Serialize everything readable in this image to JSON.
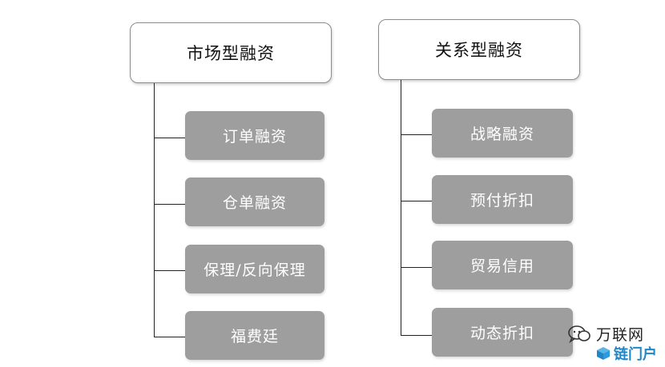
{
  "left_group": {
    "title": "市场型融资",
    "items": [
      "订单融资",
      "仓单融资",
      "保理/反向保理",
      "福费廷"
    ]
  },
  "right_group": {
    "title": "关系型融资",
    "items": [
      "战略融资",
      "预付折扣",
      "贸易信用",
      "动态折扣"
    ]
  },
  "watermark": {
    "name": "万联网",
    "logo": "链门户"
  },
  "colors": {
    "child_fill": "#9e9e9e",
    "root_border": "#8c8c8c",
    "connector": "#222222",
    "logo_blue": "#1f86c8"
  }
}
